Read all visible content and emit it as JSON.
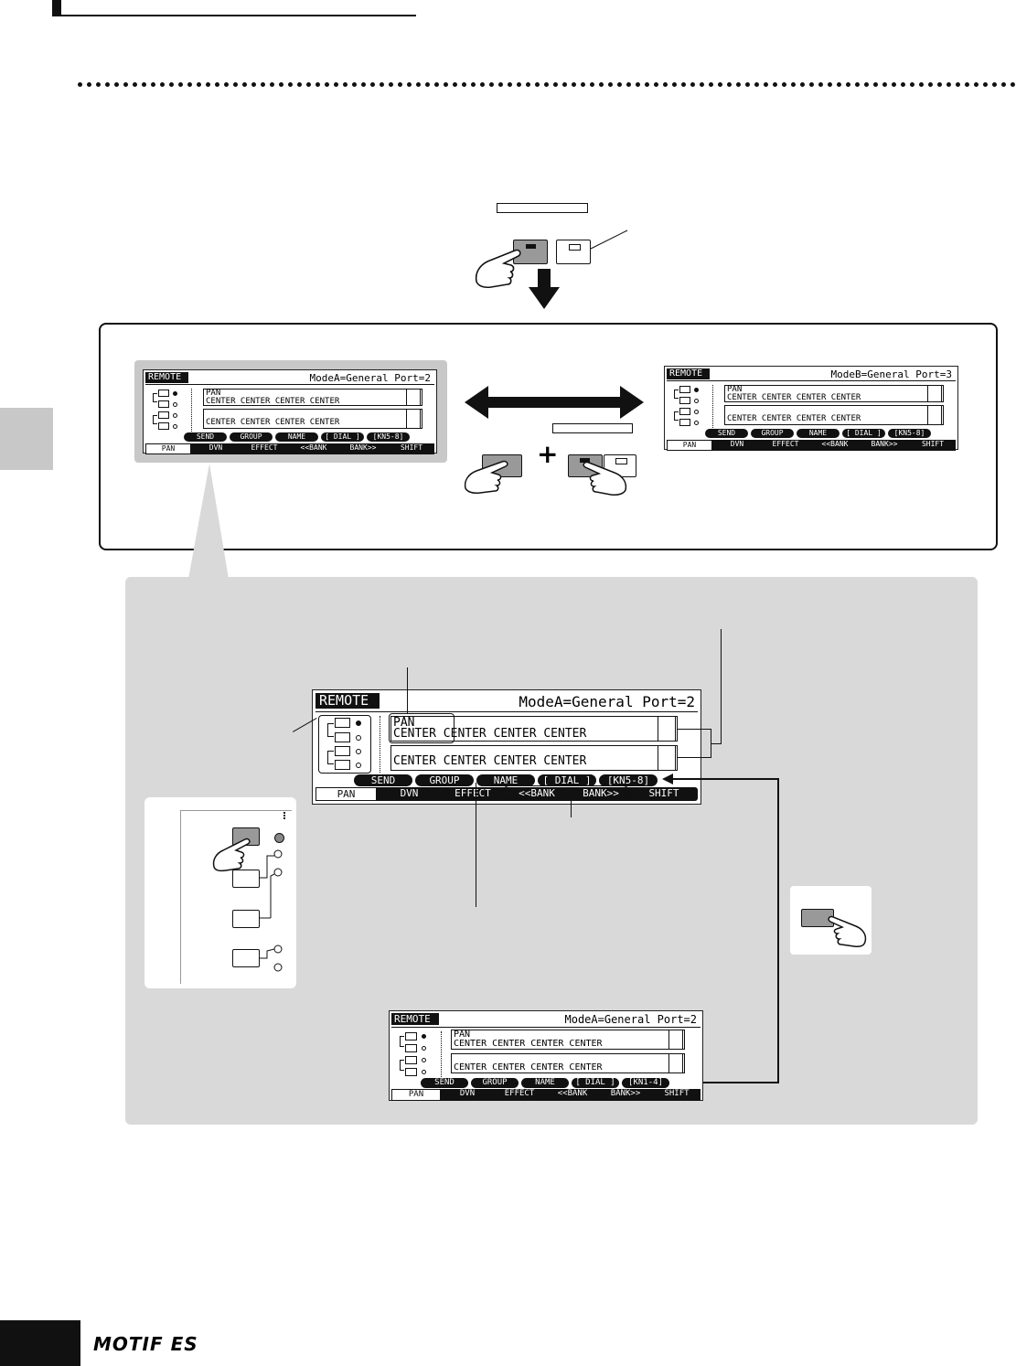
{
  "footer": {
    "brand": "MOTIF ES"
  },
  "screen_top_left": {
    "tab": "REMOTE",
    "header": "ModeA=General Port=2",
    "param": "PAN",
    "row1": "CENTER CENTER CENTER CENTER",
    "row2": "CENTER CENTER CENTER CENTER",
    "row_buttons": [
      "SEND",
      "GROUP",
      "NAME",
      "[ DIAL ]",
      "[KN5-8]"
    ],
    "tabs": [
      "PAN",
      "DVN",
      "EFFECT",
      "<<BANK",
      "BANK>>",
      "SHIFT"
    ]
  },
  "screen_top_right": {
    "tab": "REMOTE",
    "header": "ModeB=General Port=3",
    "param": "PAN",
    "row1": "CENTER CENTER CENTER CENTER",
    "row2": "CENTER CENTER CENTER CENTER",
    "row_buttons": [
      "SEND",
      "GROUP",
      "NAME",
      "[ DIAL ]",
      "[KN5-8]"
    ],
    "tabs": [
      "PAN",
      "DVN",
      "EFFECT",
      "<<BANK",
      "BANK>>",
      "SHIFT"
    ]
  },
  "screen_center": {
    "tab": "REMOTE",
    "header": "ModeA=General Port=2",
    "param": "PAN",
    "row1": "CENTER CENTER CENTER CENTER",
    "row2": "CENTER CENTER CENTER CENTER",
    "row_buttons": [
      "SEND",
      "GROUP",
      "NAME",
      "[ DIAL ]",
      "[KN5-8]"
    ],
    "tabs": [
      "PAN",
      "DVN",
      "EFFECT",
      "<<BANK",
      "BANK>>",
      "SHIFT"
    ]
  },
  "screen_bottom": {
    "tab": "REMOTE",
    "header": "ModeA=General Port=2",
    "param": "PAN",
    "row1": "CENTER CENTER CENTER CENTER",
    "row2": "CENTER CENTER CENTER CENTER",
    "row_buttons": [
      "SEND",
      "GROUP",
      "NAME",
      "[ DIAL ]",
      "[KN1-4]"
    ],
    "tabs": [
      "PAN",
      "DVN",
      "EFFECT",
      "<<BANK",
      "BANK>>",
      "SHIFT"
    ]
  },
  "colors": {
    "panel_gray": "#d9d9d9",
    "lcd_highlight": "#c8c8c8",
    "ink": "#111111"
  }
}
